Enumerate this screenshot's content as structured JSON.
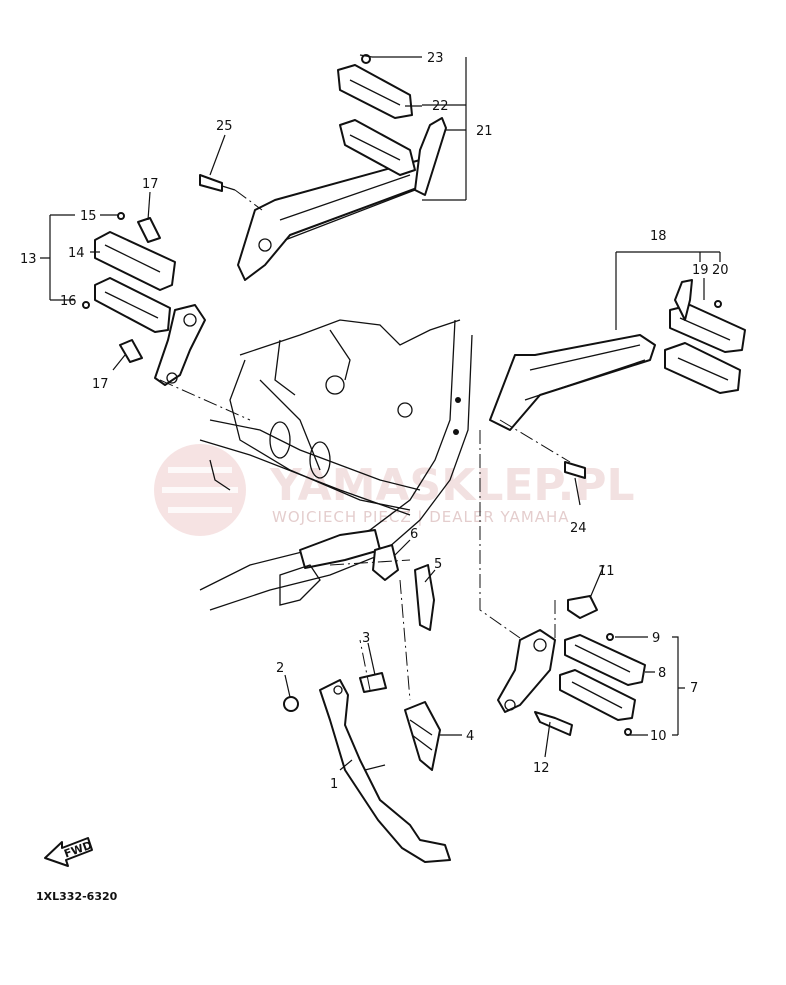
{
  "watermark": {
    "brand": "YAMASKLEP.PL",
    "subtitle": "WOJCIECH PIECZ | DEALER YAMAHA"
  },
  "diagram_code": "1XL332-6320",
  "fwd_label": "FWD",
  "callouts": [
    {
      "id": "c1",
      "text": "1"
    },
    {
      "id": "c2",
      "text": "2"
    },
    {
      "id": "c3",
      "text": "3"
    },
    {
      "id": "c4",
      "text": "4"
    },
    {
      "id": "c5",
      "text": "5"
    },
    {
      "id": "c6",
      "text": "6"
    },
    {
      "id": "c7",
      "text": "7"
    },
    {
      "id": "c8",
      "text": "8"
    },
    {
      "id": "c9",
      "text": "9"
    },
    {
      "id": "c10",
      "text": "10"
    },
    {
      "id": "c11",
      "text": "11"
    },
    {
      "id": "c12",
      "text": "12"
    },
    {
      "id": "c13",
      "text": "13"
    },
    {
      "id": "c14",
      "text": "14"
    },
    {
      "id": "c15",
      "text": "15"
    },
    {
      "id": "c16",
      "text": "16"
    },
    {
      "id": "c17a",
      "text": "17"
    },
    {
      "id": "c17b",
      "text": "17"
    },
    {
      "id": "c18",
      "text": "18"
    },
    {
      "id": "c19",
      "text": "19"
    },
    {
      "id": "c20",
      "text": "20"
    },
    {
      "id": "c21",
      "text": "21"
    },
    {
      "id": "c22",
      "text": "22"
    },
    {
      "id": "c23",
      "text": "23"
    },
    {
      "id": "c24",
      "text": "24"
    },
    {
      "id": "c25",
      "text": "25"
    }
  ]
}
